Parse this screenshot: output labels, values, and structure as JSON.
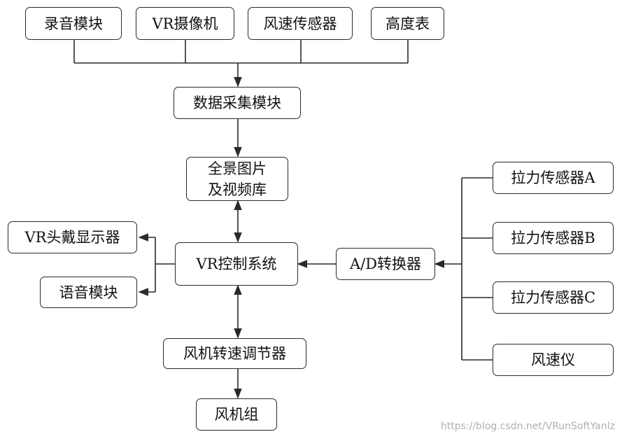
{
  "nodes": {
    "recording_module": "录音模块",
    "vr_camera": "VR摄像机",
    "wind_speed_sensor": "风速传感器",
    "altimeter": "高度表",
    "data_acquisition_module": "数据采集模块",
    "panorama_library_line1": "全景图片",
    "panorama_library_line2": "及视频库",
    "vr_headset_display": "VR头戴显示器",
    "voice_module": "语音模块",
    "vr_control_system": "VR控制系统",
    "ad_converter": "A/D转换器",
    "tension_sensor_a": "拉力传感器A",
    "tension_sensor_b": "拉力传感器B",
    "tension_sensor_c": "拉力传感器C",
    "anemometer": "风速仪",
    "fan_speed_regulator": "风机转速调节器",
    "fan_group": "风机组"
  },
  "watermark": "https://blog.csdn.net/VRunSoftYanlz"
}
